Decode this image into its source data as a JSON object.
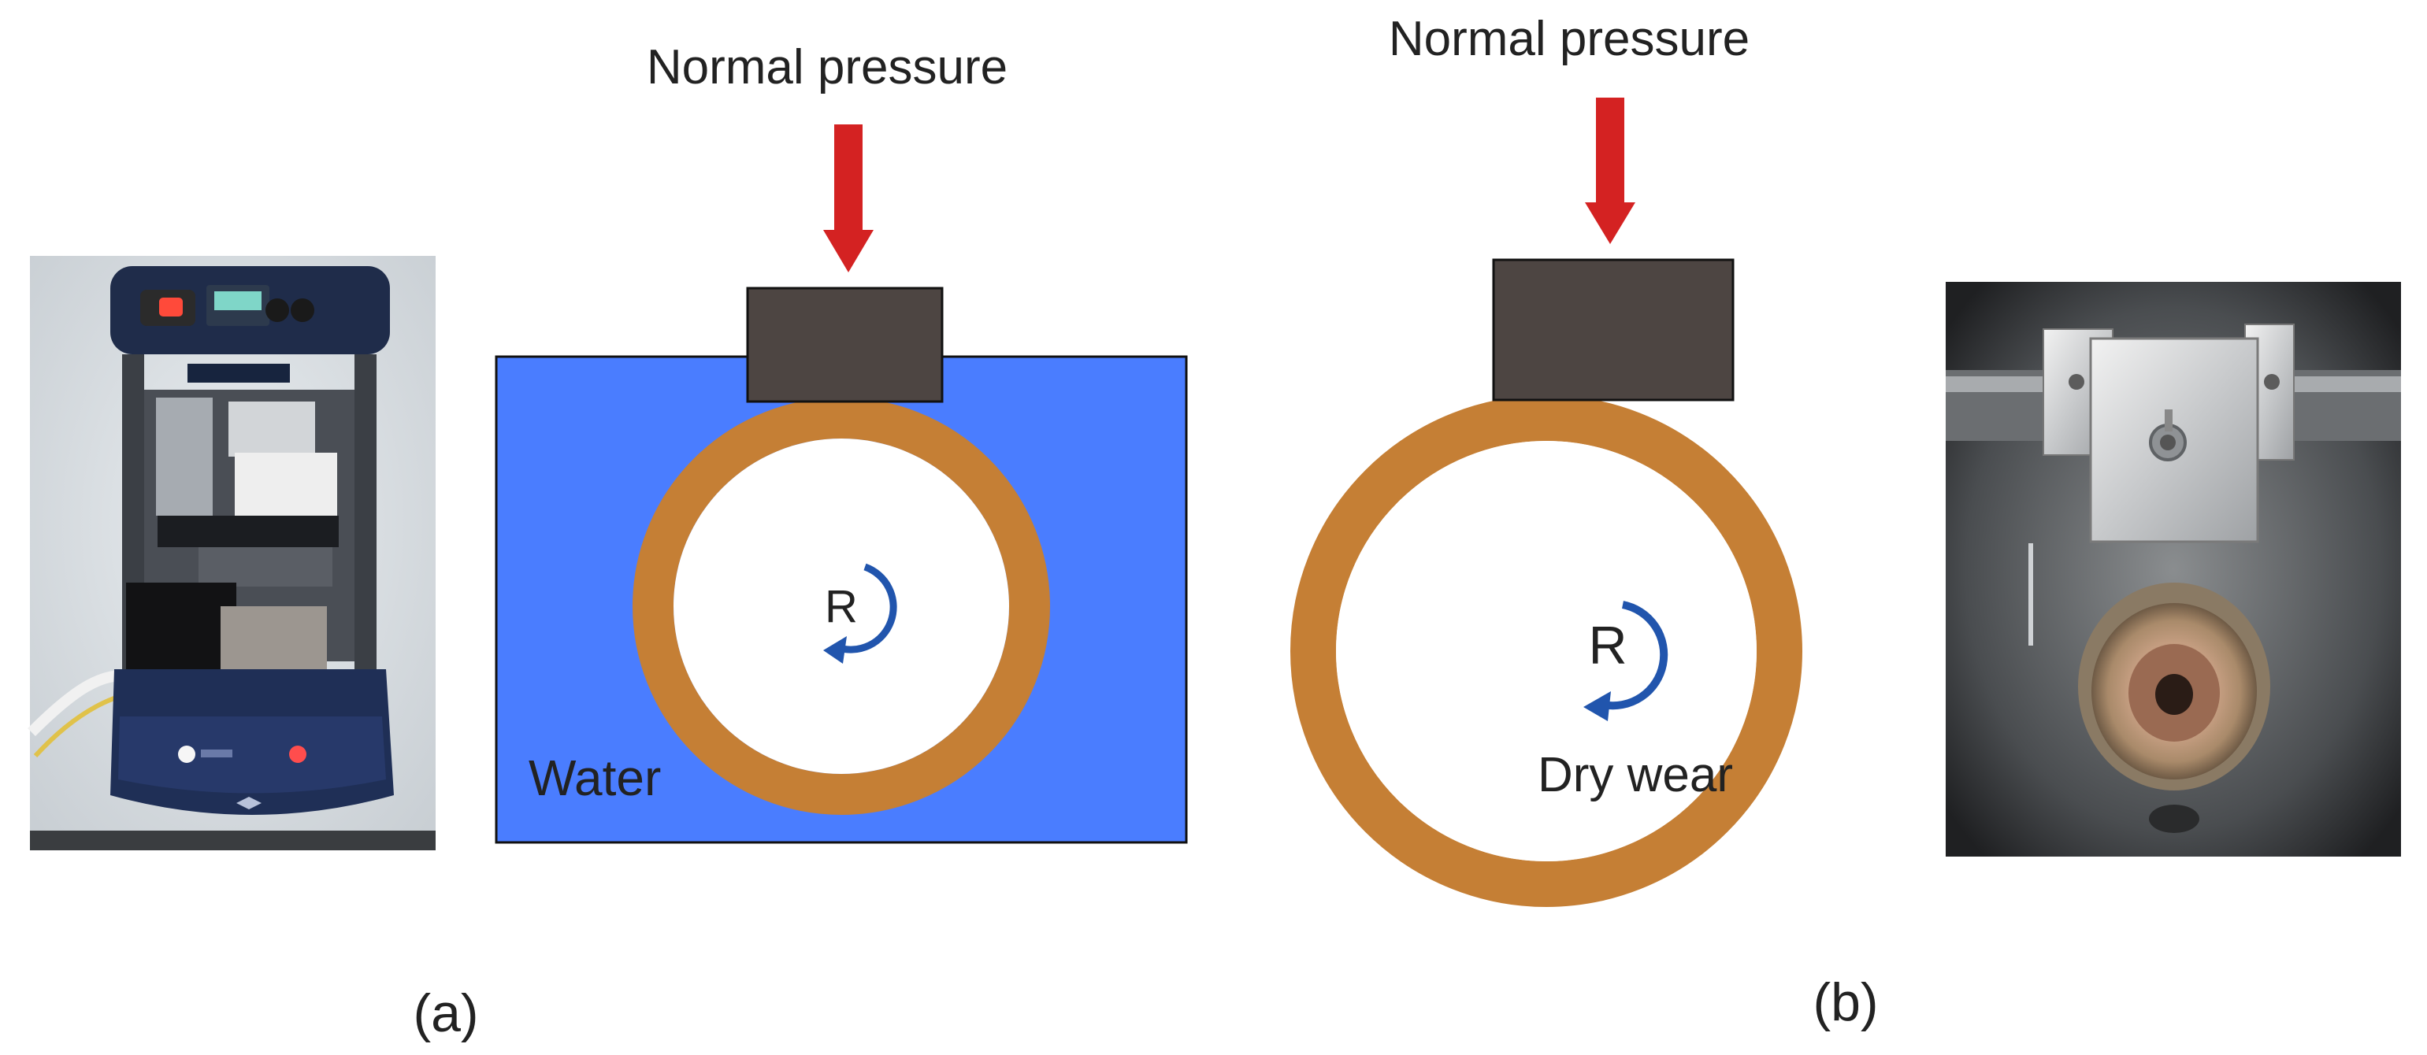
{
  "panel_a": {
    "force_label": "Normal pressure",
    "medium_label": "Water",
    "rotation_label": "R",
    "caption": "(a)"
  },
  "panel_b": {
    "force_label": "Normal pressure",
    "condition_label": "Dry wear",
    "rotation_label": "R",
    "caption": "(b)"
  },
  "colors": {
    "water": "#4a7dff",
    "ring": "#c57f35",
    "block": "#4d4542",
    "arrow": "#d42222",
    "rotation_arrow": "#2155ad",
    "outline": "#111111"
  }
}
